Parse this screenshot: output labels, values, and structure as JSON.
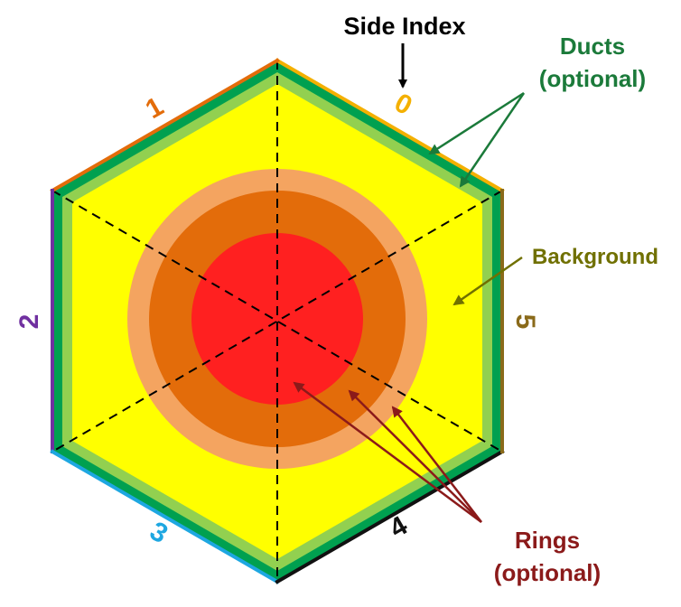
{
  "title": "Side Index",
  "side_labels": [
    "0",
    "1",
    "2",
    "3",
    "4",
    "5"
  ],
  "side_colors": [
    "#f4b000",
    "#e36c0a",
    "#7030a0",
    "#1ea7e1",
    "#111111",
    "#8a6a1a"
  ],
  "callouts": {
    "ducts": {
      "line1": "Ducts",
      "line2": "(optional)",
      "color": "#1b7a3a"
    },
    "background": {
      "label": "Background",
      "color": "#707000"
    },
    "rings": {
      "line1": "Rings",
      "line2": "(optional)",
      "color": "#8b1a1a"
    }
  },
  "colors": {
    "duct_outer": "#00a050",
    "duct_inner": "#92d050",
    "background": "#ffff00",
    "ring_outer": "#f4a460",
    "ring_middle": "#e36c0a",
    "ring_inner": "#ff2020"
  }
}
